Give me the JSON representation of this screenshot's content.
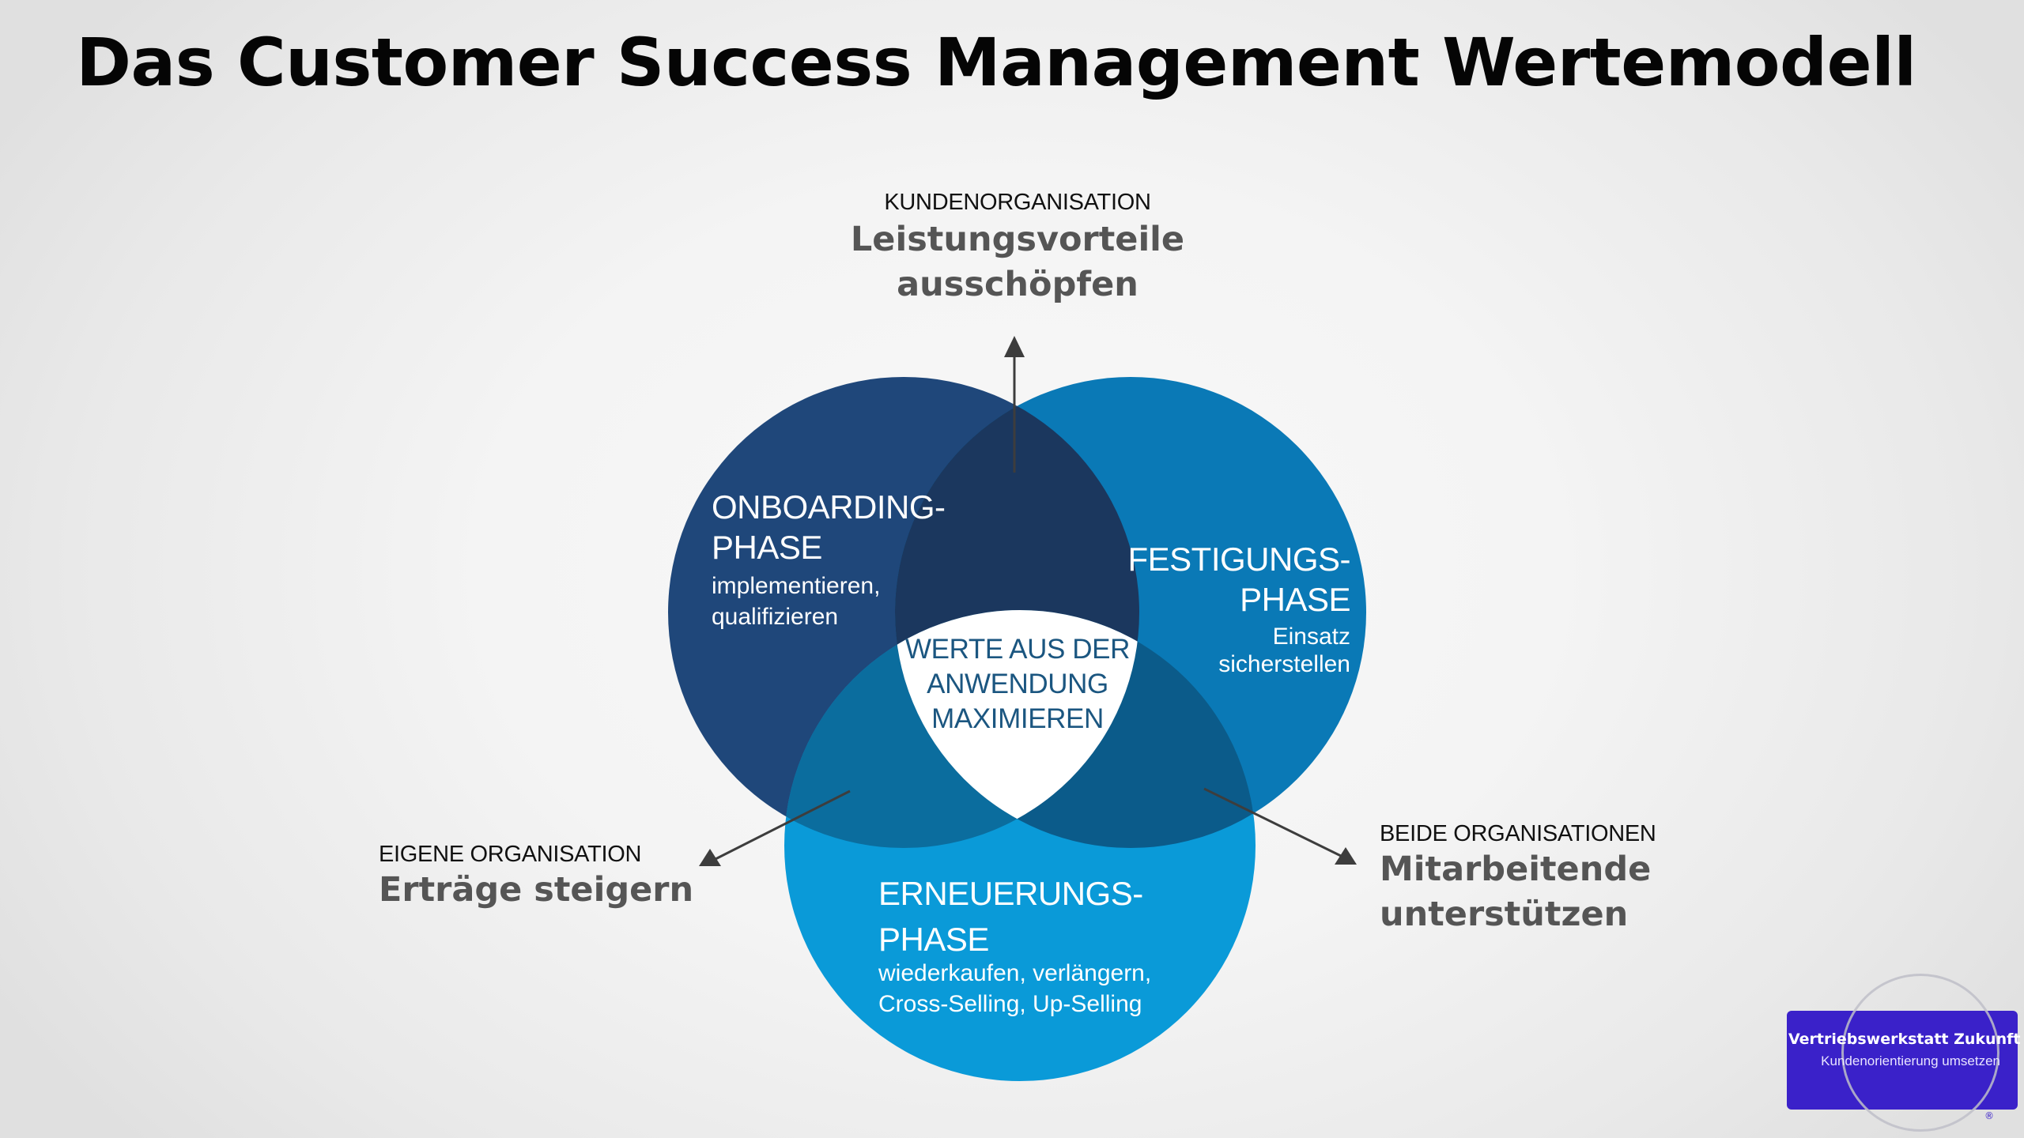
{
  "title": "Das Customer Success Management Wertemodell",
  "colors": {
    "onboarding": "#1f477a",
    "festigung": "#0a79b6",
    "erneuerung": "#0a9ad8",
    "onboarding_festigung": "#1b375e",
    "onboarding_erneuerung": "#0b6d9e",
    "festigung_erneuerung": "#0b5b8a",
    "center": "#ffffff",
    "center_text": "#1b5680",
    "arrow": "#3d3d3d",
    "logo": "#3a21c9"
  },
  "phases": {
    "onboarding": {
      "title_lines": [
        "ONBOARDING-",
        "PHASE"
      ],
      "sub_lines": [
        "implementieren,",
        "qualifizieren"
      ]
    },
    "festigung": {
      "title_lines": [
        "FESTIGUNGS-",
        "PHASE"
      ],
      "sub_lines": [
        "Einsatz",
        "sicherstellen"
      ]
    },
    "erneuerung": {
      "title_lines": [
        "ERNEUERUNGS-",
        "PHASE"
      ],
      "sub_lines": [
        "wiederkaufen, verlängern,",
        "Cross-Selling, Up-Selling"
      ]
    }
  },
  "center": {
    "lines": [
      "WERTE AUS DER",
      "ANWENDUNG",
      "MAXIMIEREN"
    ]
  },
  "outcomes": {
    "top": {
      "org": "KUNDENORGANISATION",
      "goal_lines": [
        "Leistungsvorteile",
        "ausschöpfen"
      ],
      "arrow_icon": "arrow-up-icon"
    },
    "left": {
      "org": "EIGENE ORGANISATION",
      "goal_lines": [
        "Erträge steigern"
      ],
      "arrow_icon": "arrow-down-left-icon"
    },
    "right": {
      "org": "BEIDE ORGANISATIONEN",
      "goal_lines": [
        "Mitarbeitende",
        "unterstützen"
      ],
      "arrow_icon": "arrow-down-right-icon"
    }
  },
  "logo": {
    "name": "Vertriebswerkstatt Zukunft",
    "tagline": "Kundenorientierung umsetzen",
    "registered_mark": "®"
  }
}
